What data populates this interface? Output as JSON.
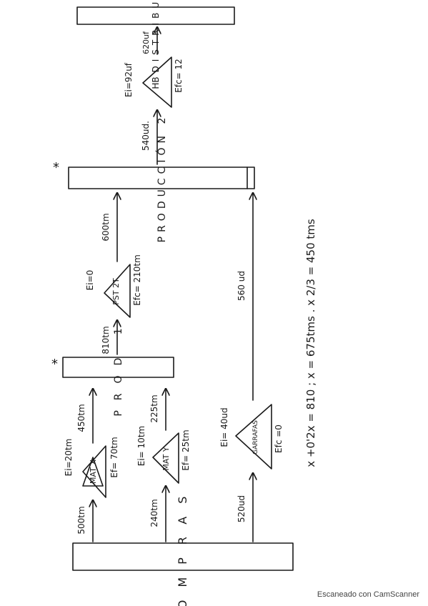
{
  "boxes": {
    "compras": "COMPRAS",
    "prod1": "PROD 1",
    "prod2": "PRODUCCIÓN 2",
    "distribucion": "DISTRIBUCIÓN"
  },
  "marks": {
    "star_prod1": "*",
    "star_prod2": "*"
  },
  "nodes": {
    "mat_x": {
      "name": "MAT X",
      "ei": "Ei=20tm",
      "ef": "Ef= 70tm"
    },
    "mat_y": {
      "name": "MAT Y",
      "ei": "Ei= 10tm",
      "ef": "Ef= 25tm"
    },
    "garrafas": {
      "name": "GARRAFAS",
      "ei": "Ei= 40ud",
      "ef": "Efc =0"
    },
    "pst_2t": {
      "name": "PST 2T",
      "ei": "Ei=0",
      "ef": "Efc= 210tm"
    },
    "hb": {
      "name": "HB",
      "ei": "Ei=92uf",
      "ef": "Efc= 12"
    }
  },
  "flows": {
    "in_x": "500tm",
    "out_x": "450tm",
    "in_y": "240tm",
    "out_y": "225tm",
    "in_g": "520ud",
    "out_g": "560 ud",
    "in_pst": "810tm",
    "out_pst": "600tm",
    "in_hb": "540ud.",
    "out_hb": "620uf"
  },
  "equation": "x +0'2x = 810 ; x = 675tms . x 2/3 = 450 tms",
  "footer": "Escaneado con CamScanner"
}
